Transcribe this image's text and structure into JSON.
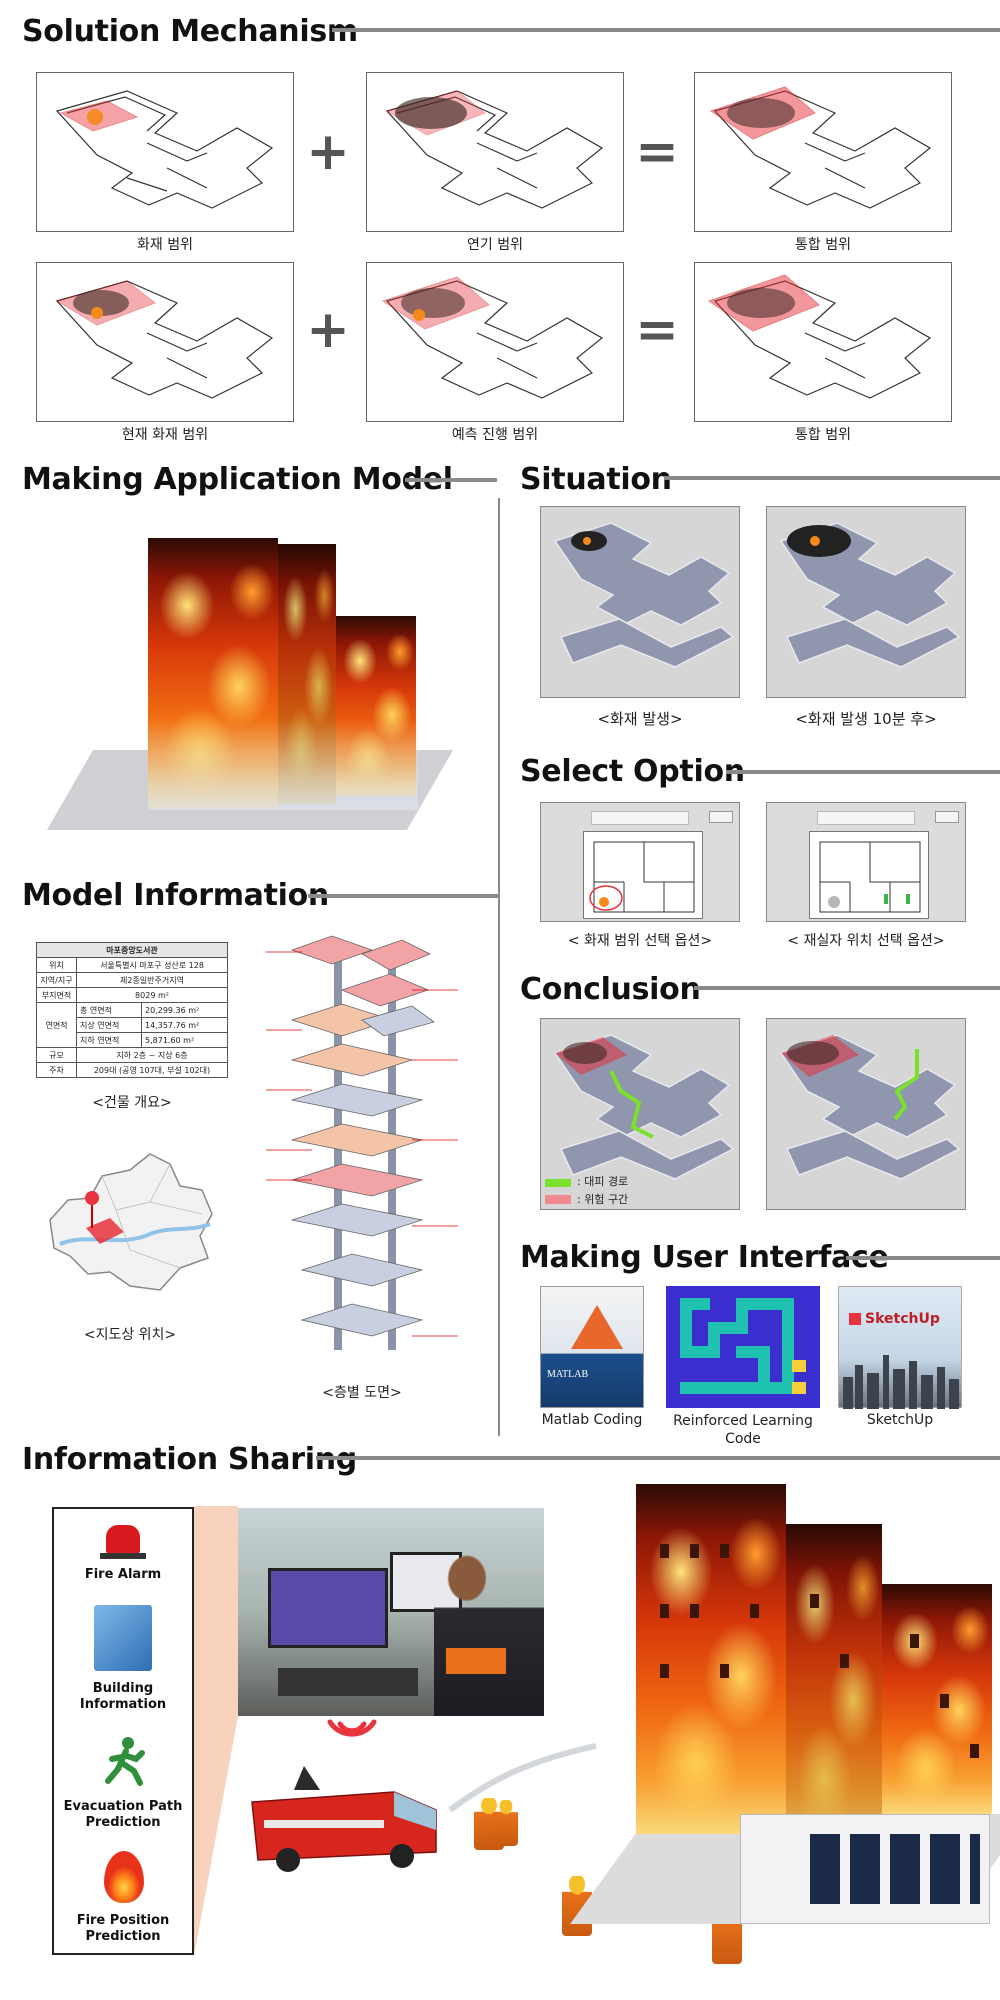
{
  "sections": {
    "solution": "Solution Mechanism",
    "model": "Making Application Model",
    "situation": "Situation",
    "info": "Model Information",
    "select": "Select Option",
    "conclusion": "Conclusion",
    "ui": "Making User Interface",
    "sharing": "Information Sharing"
  },
  "solution": {
    "row1": [
      "화재 범위",
      "연기 범위",
      "통합 범위"
    ],
    "row2": [
      "현재 화재 범위",
      "예측 진행 범위",
      "통합 범위"
    ],
    "plus": "+",
    "equals": "="
  },
  "situation": {
    "captions": [
      "<화재 발생>",
      "<화재 발생 10분 후>"
    ]
  },
  "select": {
    "captions": [
      "< 화재 범위 선택 옵션>",
      "< 재실자 위치 선택 옵션>"
    ]
  },
  "conclusion": {
    "legend_path": ": 대피 경로",
    "legend_danger": ": 위험 구간"
  },
  "building_info": {
    "title": "마포중앙도서관",
    "rows": [
      {
        "k": "위치",
        "v": "서울특별시 마포구 성산로 128"
      },
      {
        "k": "지역/지구",
        "v": "제2종일반주거지역"
      },
      {
        "k": "부지면적",
        "v": "8029 m²"
      },
      {
        "k": "연면적",
        "sub": "총 연면적",
        "v": "20,299.36 m²"
      },
      {
        "k": "",
        "sub": "지상 연면적",
        "v": "14,357.76 m²"
      },
      {
        "k": "",
        "sub": "지하 연면적",
        "v": "5,871.60 m²"
      },
      {
        "k": "규모",
        "v": "지하 2층 ~ 지상 6층"
      },
      {
        "k": "주차",
        "v": "209대 (공영 107대, 부설 102대)"
      }
    ],
    "caption": "<건물 개요>",
    "map_caption": "<지도상 위치>",
    "floors_caption": "<층별 도면>"
  },
  "tools": {
    "matlab": "Matlab Coding",
    "rl": "Reinforced Learning Code",
    "sketchup": "SketchUp",
    "matlab_logo": "MATLAB",
    "sketchup_logo": "SketchUp"
  },
  "sharing": {
    "items": [
      "Fire Alarm",
      "Building Information",
      "Evacuation Path Prediction",
      "Fire Position Prediction"
    ]
  },
  "colors": {
    "rule": "#8a8a8a",
    "fire_red": "#e8323c",
    "path_green": "#7be22b",
    "maze_bg": "#3a2ecf",
    "maze_path": "#1fc2b1",
    "maze_goal": "#f5d03a"
  }
}
